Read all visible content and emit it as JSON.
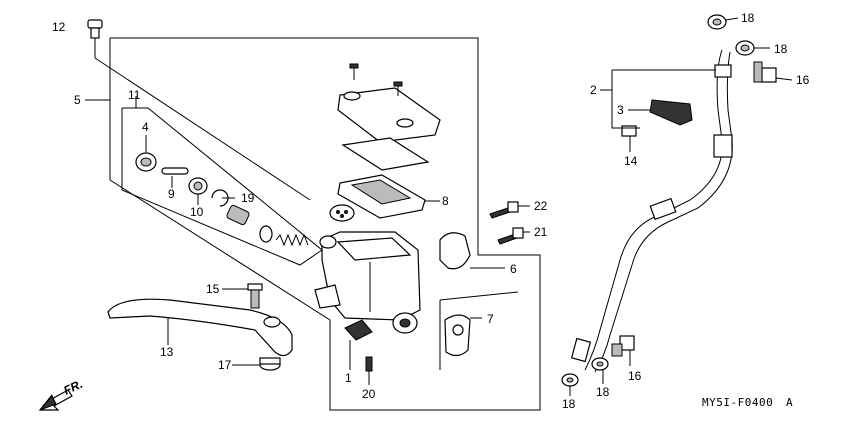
{
  "callouts": [
    "1",
    "2",
    "3",
    "4",
    "5",
    "6",
    "7",
    "8",
    "9",
    "10",
    "11",
    "12",
    "13",
    "14",
    "15",
    "16",
    "16",
    "17",
    "18",
    "18",
    "18",
    "18",
    "19",
    "20",
    "21",
    "22"
  ],
  "diagram_code": "MY5I-F0400",
  "code_suffix": "A",
  "direction_label": "FR.",
  "icons": [
    "fr-arrow-icon"
  ]
}
